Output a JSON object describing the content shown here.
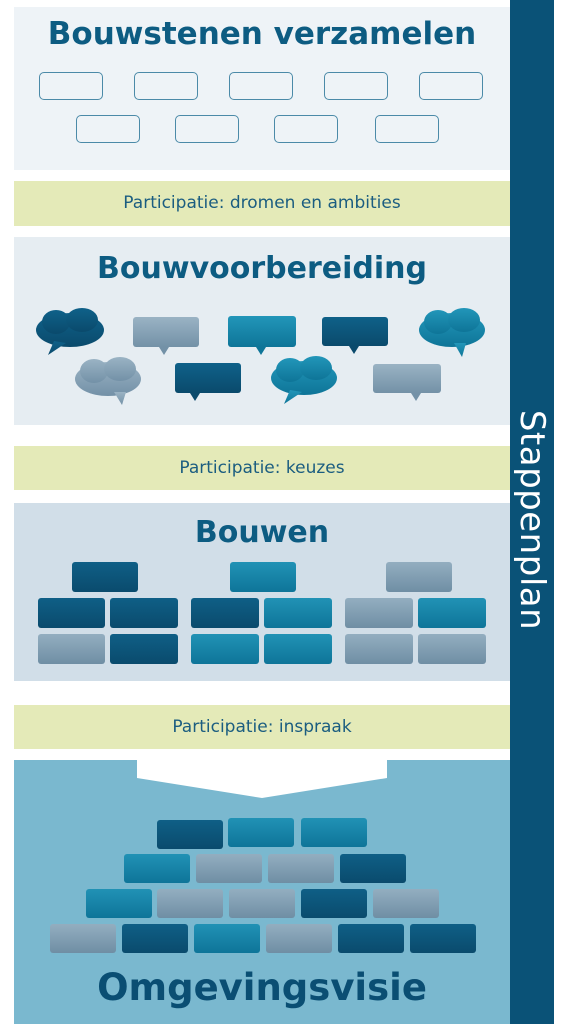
{
  "sidebar": {
    "label": "Stappenplan"
  },
  "stages": [
    {
      "title": "Bouwstenen verzamelen"
    },
    {
      "title": "Bouwvoorbereiding"
    },
    {
      "title": "Bouwen"
    },
    {
      "title": "Omgevingsvisie"
    }
  ],
  "participation": [
    {
      "label": "Participatie: dromen en ambities"
    },
    {
      "label": "Participatie: keuzes"
    },
    {
      "label": "Participatie: inspraak"
    }
  ],
  "colors": {
    "dark_blue": "#0a5277",
    "teal": "#1a8ab0",
    "grey_blue": "#8aa6b8",
    "band": "#e4eab8",
    "title": "#0d5c82"
  },
  "icons": [
    "outline-brick-icon",
    "speech-cloud-icon",
    "speech-bubble-icon",
    "brick-icon"
  ]
}
